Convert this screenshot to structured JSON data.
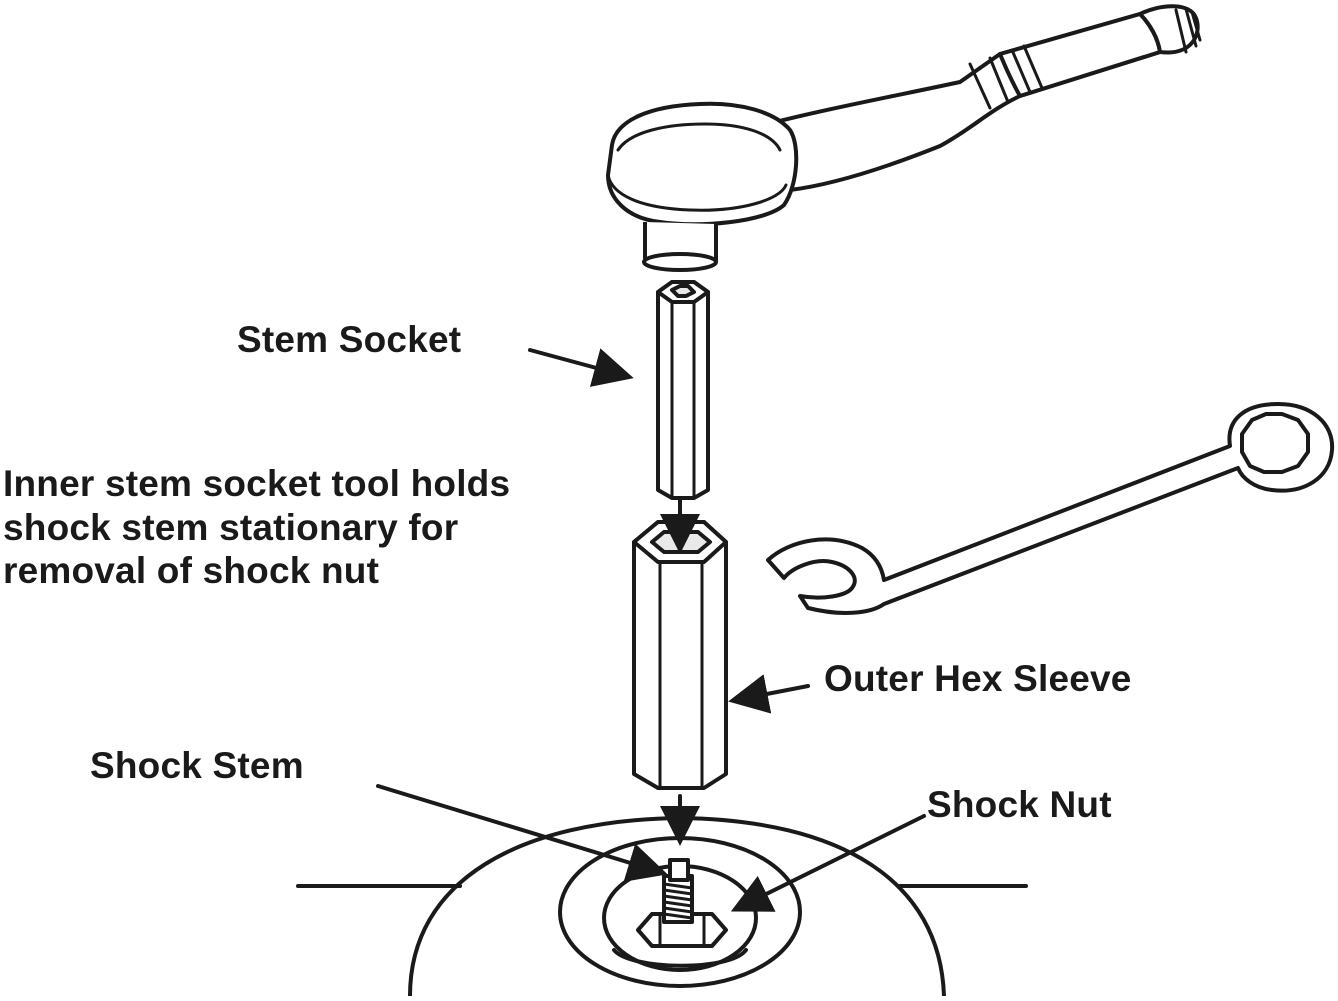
{
  "labels": {
    "stem_socket": "Stem Socket",
    "note_lines": [
      "Inner stem socket tool holds",
      "shock stem stationary for",
      "removal of shock nut"
    ],
    "outer_hex_sleeve": "Outer Hex Sleeve",
    "shock_stem": "Shock Stem",
    "shock_nut": "Shock Nut"
  },
  "colors": {
    "line": "#1a1a1a",
    "background": "#ffffff"
  },
  "icons": {
    "ratchet": "ratchet-wrench-icon",
    "combination_wrench": "combination-wrench-icon"
  }
}
